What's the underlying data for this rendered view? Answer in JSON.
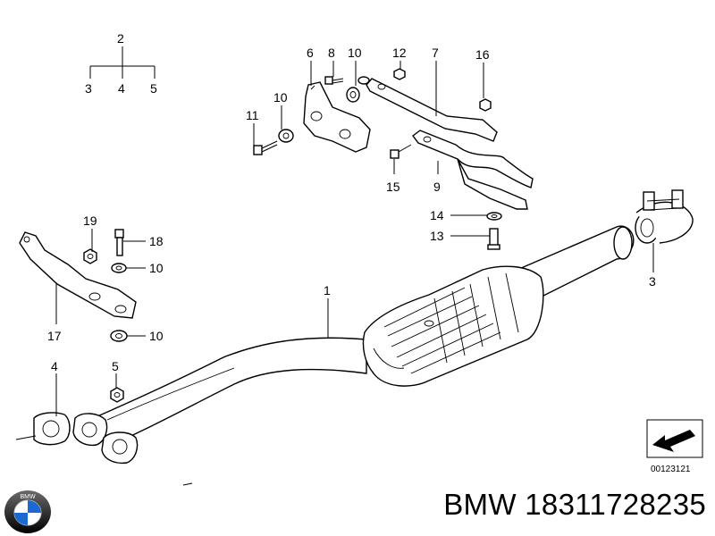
{
  "diagram": {
    "callouts": {
      "c2": "2",
      "c3a": "3",
      "c4a": "4",
      "c5a": "5",
      "c6": "6",
      "c8": "8",
      "c10a": "10",
      "c12": "12",
      "c7": "7",
      "c16": "16",
      "c10b": "10",
      "c11": "11",
      "c15": "15",
      "c9": "9",
      "c14": "14",
      "c13": "13",
      "c3b": "3",
      "c19": "19",
      "c18": "18",
      "c10c": "10",
      "c10d": "10",
      "c17": "17",
      "c1": "1",
      "c4b": "4",
      "c5b": "5"
    },
    "reference_number": "00123121"
  },
  "footer": {
    "brand_text": "BMW",
    "part_number": "18311728235",
    "logo_letters": "BMW"
  },
  "colors": {
    "line": "#000000",
    "background": "#ffffff",
    "logo_blue": "#1c69d4",
    "logo_ring": "#111111"
  }
}
